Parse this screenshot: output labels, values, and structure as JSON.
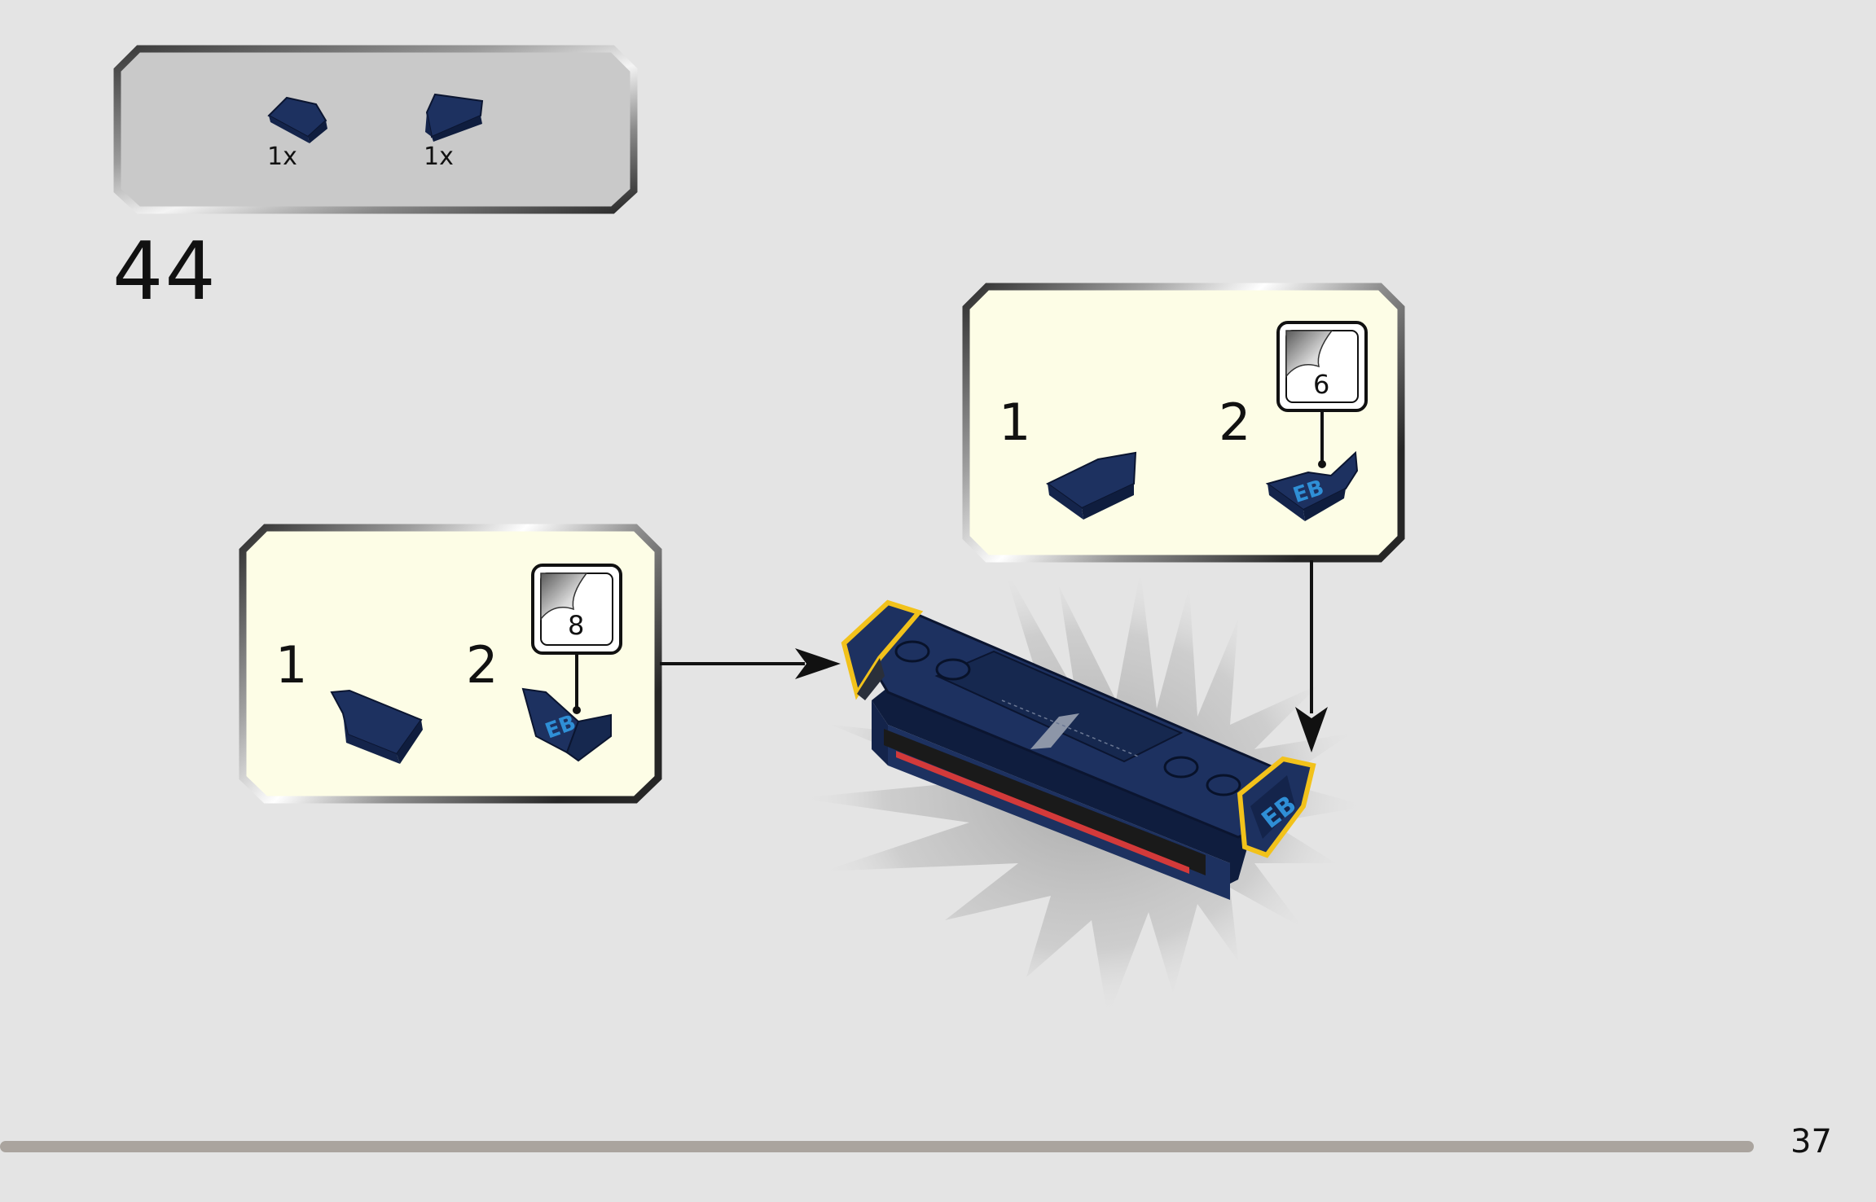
{
  "step": {
    "number": "44"
  },
  "parts_list": {
    "items": [
      {
        "icon": "dark-blue-slope-left",
        "quantity": "1x"
      },
      {
        "icon": "dark-blue-slope-right",
        "quantity": "1x"
      }
    ]
  },
  "callouts": [
    {
      "name": "left",
      "sub_steps": [
        "1",
        "2"
      ],
      "sticker_number": "8"
    },
    {
      "name": "top-right",
      "sub_steps": [
        "1",
        "2"
      ],
      "sticker_number": "6"
    }
  ],
  "colors": {
    "page_background": "#e4e4e4",
    "parts_box": "#c9c9c9",
    "callout_box": "#fdfde6",
    "brick_dark_blue": "#1d3160",
    "highlight_yellow": "#f2c21b",
    "sticker_logo": "#2f8fd6",
    "tail_light_red": "#d33a3a",
    "progress_bar": "#aaa49e"
  },
  "page": {
    "number": "37"
  }
}
